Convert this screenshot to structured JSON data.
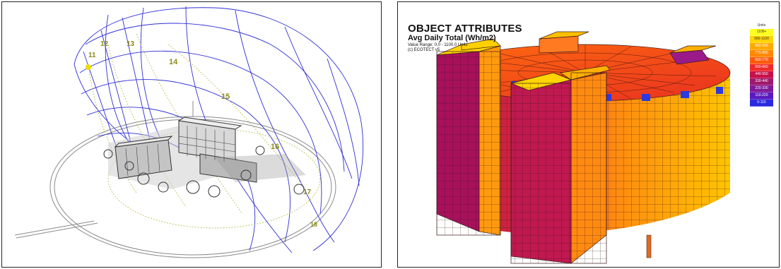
{
  "sunpath": {
    "hour_labels": [
      "11",
      "12",
      "13",
      "14",
      "15",
      "16",
      "17",
      "18"
    ]
  },
  "analysis": {
    "title": "OBJECT ATTRIBUTES",
    "metric": "Avg Daily Total (Wh/m2)",
    "value_range": "Value Range: 0.0 - 1100.0 Units",
    "credit": "(c) ECOTECT v5",
    "legend": {
      "title": "Units",
      "items": [
        {
          "label": "1100+",
          "color": "#ffff22"
        },
        {
          "label": "990-1100",
          "color": "#ffd400"
        },
        {
          "label": "880-990",
          "color": "#ffaa00"
        },
        {
          "label": "770-880",
          "color": "#ff8800"
        },
        {
          "label": "660-770",
          "color": "#ff5a10"
        },
        {
          "label": "550-660",
          "color": "#f02a2a"
        },
        {
          "label": "440-550",
          "color": "#c8104a"
        },
        {
          "label": "330-440",
          "color": "#a0186e"
        },
        {
          "label": "220-330",
          "color": "#801a9a"
        },
        {
          "label": "110-220",
          "color": "#5a1ac0"
        },
        {
          "label": "0-110",
          "color": "#2a2ae0"
        }
      ]
    }
  }
}
